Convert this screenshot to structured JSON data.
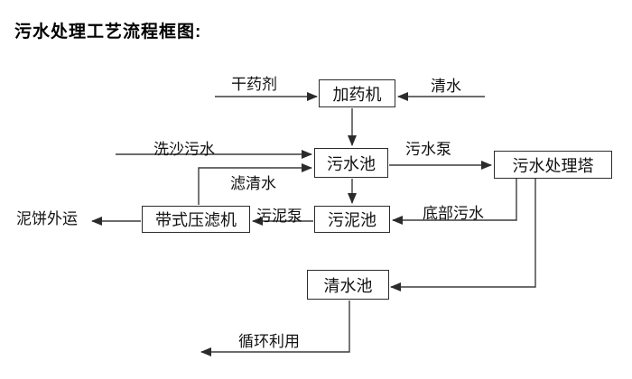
{
  "page": {
    "title": "污水处理工艺流程框图:"
  },
  "colors": {
    "background": "#ffffff",
    "line": "#3c3c3c",
    "node_border": "#2b2b2b",
    "text": "#111111"
  },
  "diagram": {
    "nodes": {
      "dosing_machine": "加药机",
      "sewage_pool": "污水池",
      "sewage_treatment_tower": "污水处理塔",
      "belt_filter_press": "带式压滤机",
      "sludge_pool": "污泥池",
      "clean_water_pool": "清水池"
    },
    "flow_labels": {
      "dry_agent": "干药剂",
      "clean_water": "清水",
      "sand_washing_sewage": "洗沙污水",
      "filtered_water": "滤清水",
      "sewage_pump": "污水泵",
      "sludge_pump": "污泥泵",
      "mud_cake_shipped_out": "泥饼外运",
      "bottom_sewage": "底部污水",
      "recycling": "循环利用"
    },
    "edges": [
      {
        "from": "干药剂",
        "to": "加药机",
        "label": "干药剂"
      },
      {
        "from": "清水",
        "to": "加药机",
        "label": "清水"
      },
      {
        "from": "加药机",
        "to": "污水池",
        "label": ""
      },
      {
        "from": "洗沙污水",
        "to": "污水池",
        "label": "洗沙污水"
      },
      {
        "from": "带式压滤机",
        "to": "污水池",
        "label": "滤清水"
      },
      {
        "from": "污水池",
        "to": "污水处理塔",
        "label": "污水泵"
      },
      {
        "from": "污水池",
        "to": "污泥池",
        "label": ""
      },
      {
        "from": "污泥池",
        "to": "带式压滤机",
        "label": "污泥泵"
      },
      {
        "from": "带式压滤机",
        "to": "泥饼外运",
        "label": "泥饼外运"
      },
      {
        "from": "污水处理塔",
        "to": "污泥池",
        "label": "底部污水"
      },
      {
        "from": "污水处理塔",
        "to": "清水池",
        "label": ""
      },
      {
        "from": "清水池",
        "to": "循环利用",
        "label": "循环利用"
      }
    ]
  }
}
